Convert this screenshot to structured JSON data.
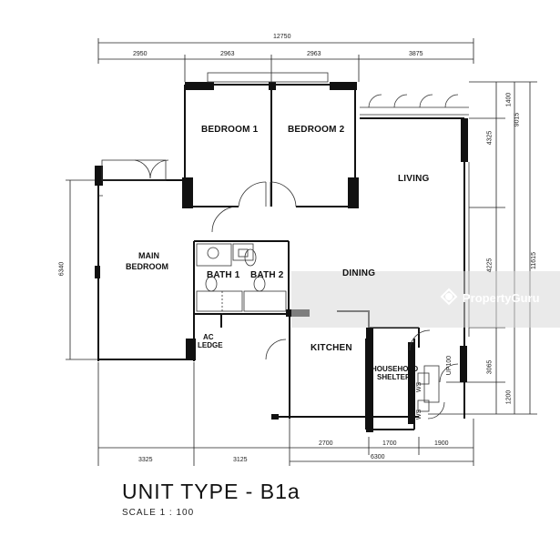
{
  "plan": {
    "title": "UNIT TYPE - B1a",
    "scale": "SCALE   1 : 100",
    "rooms": {
      "bedroom1": "BEDROOM 1",
      "bedroom2": "BEDROOM 2",
      "living": "LIVING",
      "main_bedroom_line1": "MAIN",
      "main_bedroom_line2": "BEDROOM",
      "dining": "DINING",
      "bath1": "BATH 1",
      "bath2": "BATH 2",
      "kitchen": "KITCHEN",
      "ac_ledge_line1": "AC",
      "ac_ledge_line2": "LEDGE",
      "household_shelter_line1": "HOUSEHOLD",
      "household_shelter_line2": "SHELTER",
      "up_label": "UP100",
      "ws_label": "WS"
    },
    "dimensions": {
      "top_total": "12750",
      "top_1": "2950",
      "top_2": "2963",
      "top_3": "2963",
      "top_4": "3875",
      "bottom_1": "3325",
      "bottom_2": "3125",
      "bottom_3": "2700",
      "bottom_4": "1700",
      "bottom_5": "1900",
      "bottom_total": "6300",
      "left": "6340",
      "right_1": "1400",
      "right_2": "4325",
      "right_3": "4225",
      "right_4": "3065",
      "right_5": "1200",
      "right_6": "9015",
      "right_7": "11615"
    },
    "watermark": "PropertyGuru"
  }
}
